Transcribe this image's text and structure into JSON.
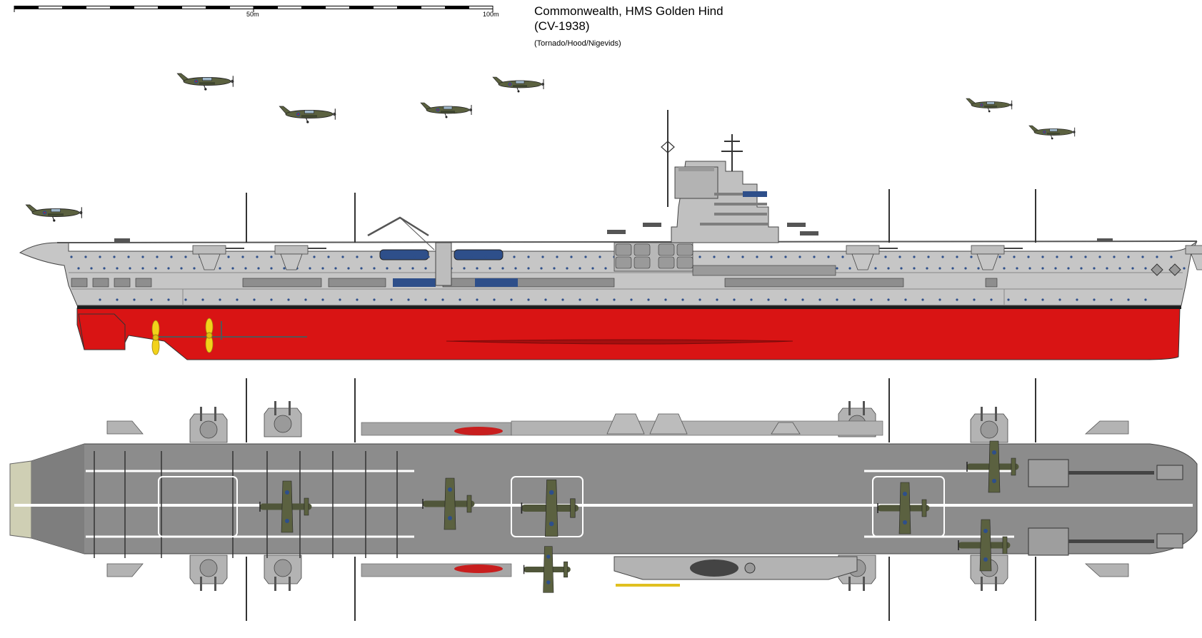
{
  "scale": {
    "label_mid": "50m",
    "label_end": "100m"
  },
  "header": {
    "line1": "Commonwealth, HMS Golden Hind",
    "line2": "(CV-1938)",
    "credits": "(Tornado/Hood/Nigevids)"
  },
  "colors": {
    "hull_upper": "#c6c6c6",
    "hull_lower": "#d91414",
    "deck": "#8c8c8c",
    "deck_line": "#ffffff",
    "propeller": "#f2d21a",
    "porthole": "#2e4f8a",
    "aircraft_camo": "#5b6140"
  },
  "icons": [
    "aircraft-icon",
    "propeller-icon",
    "gun-turret-icon",
    "mast-icon"
  ]
}
